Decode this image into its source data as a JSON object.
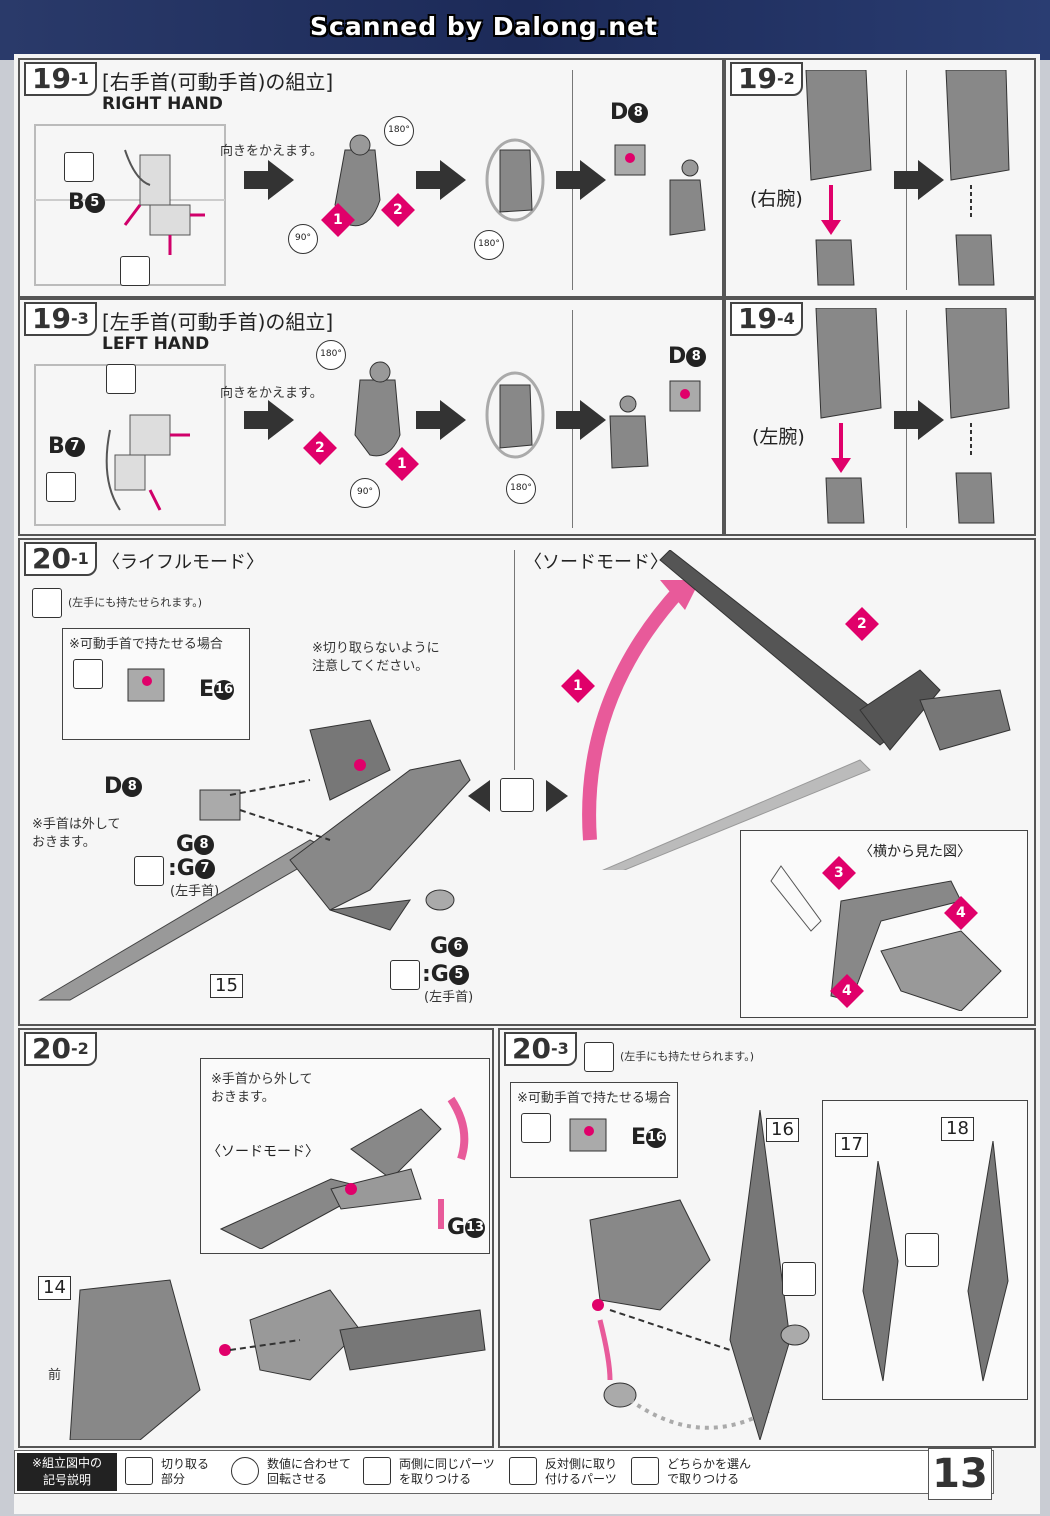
{
  "watermark": "Scanned by Dalong.net",
  "steps": {
    "s19_1": {
      "num": "19",
      "sub": "-1",
      "title_jp": "[右手首(可動手首)の組立]",
      "title_en": "RIGHT HAND",
      "note_turn": "向きをかえます。",
      "part_b": "B",
      "part_b_num": "5",
      "part_d": "D",
      "part_d_num": "8",
      "rot1": "180°",
      "rot2": "90°",
      "rot3": "180°"
    },
    "s19_2": {
      "num": "19",
      "sub": "-2",
      "label": "(右腕)"
    },
    "s19_3": {
      "num": "19",
      "sub": "-3",
      "title_jp": "[左手首(可動手首)の組立]",
      "title_en": "LEFT HAND",
      "note_turn": "向きをかえます。",
      "part_b": "B",
      "part_b_num": "7",
      "part_d": "D",
      "part_d_num": "8",
      "rot1": "180°",
      "rot2": "90°",
      "rot3": "180°"
    },
    "s19_4": {
      "num": "19",
      "sub": "-4",
      "label": "(左腕)"
    },
    "s20_1": {
      "num": "20",
      "sub": "-1",
      "rifle_mode": "〈ライフルモード〉",
      "sword_mode": "〈ソードモード〉",
      "left_hand_note": "(左手にも持たせられます。)",
      "inset_title": "※可動手首で持たせる場合",
      "inset_part": "E",
      "inset_part_num": "16",
      "cut_note_1": "※切り取らないように",
      "cut_note_2": "注意してください。",
      "d_part": "D",
      "d_part_num": "8",
      "remove_note_1": "※手首は外して",
      "remove_note_2": "おきます。",
      "g8": "G",
      "g8_num": "8",
      "g7": ":G",
      "g7_num": "7",
      "left_wrist": "(左手首)",
      "g6": "G",
      "g6_num": "6",
      "g5": ":G",
      "g5_num": "5",
      "left_wrist2": "(左手首)",
      "num15": "15",
      "side_view": "〈横から見た図〉"
    },
    "s20_2": {
      "num": "20",
      "sub": "-2",
      "remove_note_1": "※手首から外して",
      "remove_note_2": "おきます。",
      "sword_mode": "〈ソードモード〉",
      "g13": "G",
      "g13_num": "13",
      "num14": "14",
      "front": "前"
    },
    "s20_3": {
      "num": "20",
      "sub": "-3",
      "left_hand_note": "(左手にも持たせられます。)",
      "inset_title": "※可動手首で持たせる場合",
      "inset_part": "E",
      "inset_part_num": "16",
      "num16": "16",
      "num17": "17",
      "num18": "18"
    }
  },
  "legend": {
    "head_1": "※組立図中の",
    "head_2": "記号説明",
    "items": [
      {
        "icon": "cut-icon",
        "l1": "切り取る",
        "l2": "部分"
      },
      {
        "icon": "rotate-icon",
        "l1": "数値に合わせて",
        "l2": "回転させる"
      },
      {
        "icon": "same-parts-icon",
        "l1": "両側に同じパーツ",
        "l2": "を取りつける"
      },
      {
        "icon": "opposite-parts-icon",
        "l1": "反対側に取り",
        "l2": "付けるパーツ"
      },
      {
        "icon": "choose-icon",
        "l1": "どちらかを選ん",
        "l2": "で取りつける"
      }
    ]
  },
  "page_number": "13",
  "colors": {
    "accent": "#e0006a",
    "ink": "#333333",
    "paper": "#f6f6f6"
  }
}
